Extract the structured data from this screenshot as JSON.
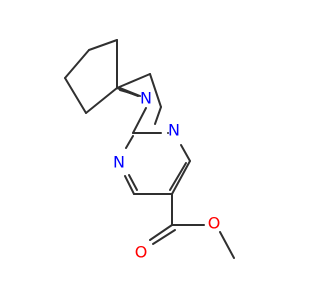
{
  "structure": {
    "atoms": [
      {
        "id": "N_ring",
        "symbol": "N",
        "color": "#0000ff"
      },
      {
        "id": "N_pyr_upper",
        "symbol": "N",
        "color": "#0000ff"
      },
      {
        "id": "N_pyr_lower",
        "symbol": "N",
        "color": "#0000ff"
      },
      {
        "id": "O_carbonyl",
        "symbol": "O",
        "color": "#ff0000"
      },
      {
        "id": "O_ester",
        "symbol": "O",
        "color": "#ff0000"
      }
    ],
    "colors": {
      "bond": "#303030",
      "nitrogen": "#0000ff",
      "oxygen": "#ff0000",
      "background": "#ffffff"
    }
  }
}
